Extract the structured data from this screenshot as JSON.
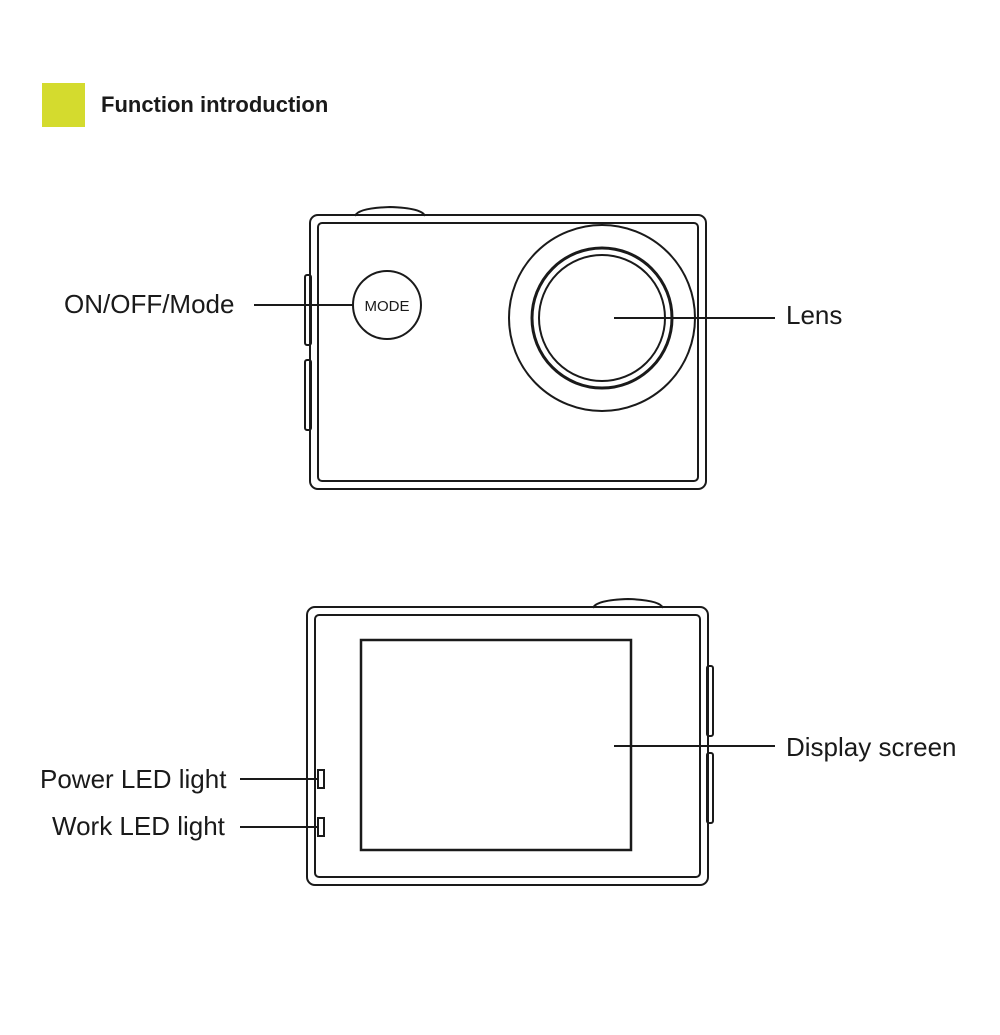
{
  "header": {
    "title": "Function introduction",
    "accent_color": "#d4db2e"
  },
  "front_view": {
    "mode_button_label": "MODE",
    "labels": {
      "power_mode": "ON/OFF/Mode",
      "lens": "Lens"
    }
  },
  "back_view": {
    "labels": {
      "display": "Display screen",
      "power_led": "Power LED light",
      "work_led": "Work LED light"
    }
  }
}
